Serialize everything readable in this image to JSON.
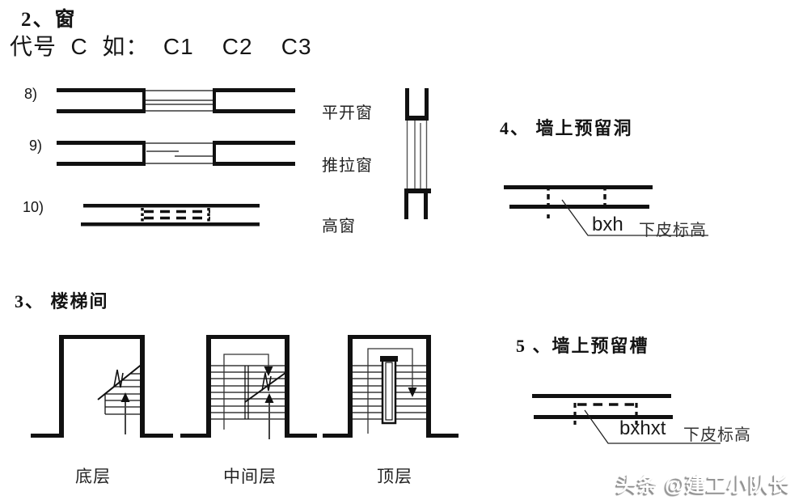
{
  "header": {
    "title": "2、窗",
    "code_line": "代号  C  如：  C1    C2    C3"
  },
  "windows": {
    "items": [
      {
        "number": "8)",
        "label": "平开窗"
      },
      {
        "number": "9)",
        "label": "推拉窗"
      },
      {
        "number": "10)",
        "label": "高窗"
      }
    ]
  },
  "hole": {
    "heading": "4、 墙上预留洞",
    "dimension_label": "bxh",
    "elevation_label": "下皮标高"
  },
  "stairs": {
    "heading": "3、 楼梯间",
    "floor_labels": [
      "底层",
      "中间层",
      "顶层"
    ]
  },
  "slot": {
    "heading": "5 、墙上预留槽",
    "dimension_label": "bxhxt",
    "elevation_label": "下皮标高"
  },
  "watermark": {
    "text": "头条 @建工小队长"
  },
  "colors": {
    "ink": "#111111",
    "arrow_shaft": "#444444",
    "watermark_shadow": "#8f8f8f"
  }
}
